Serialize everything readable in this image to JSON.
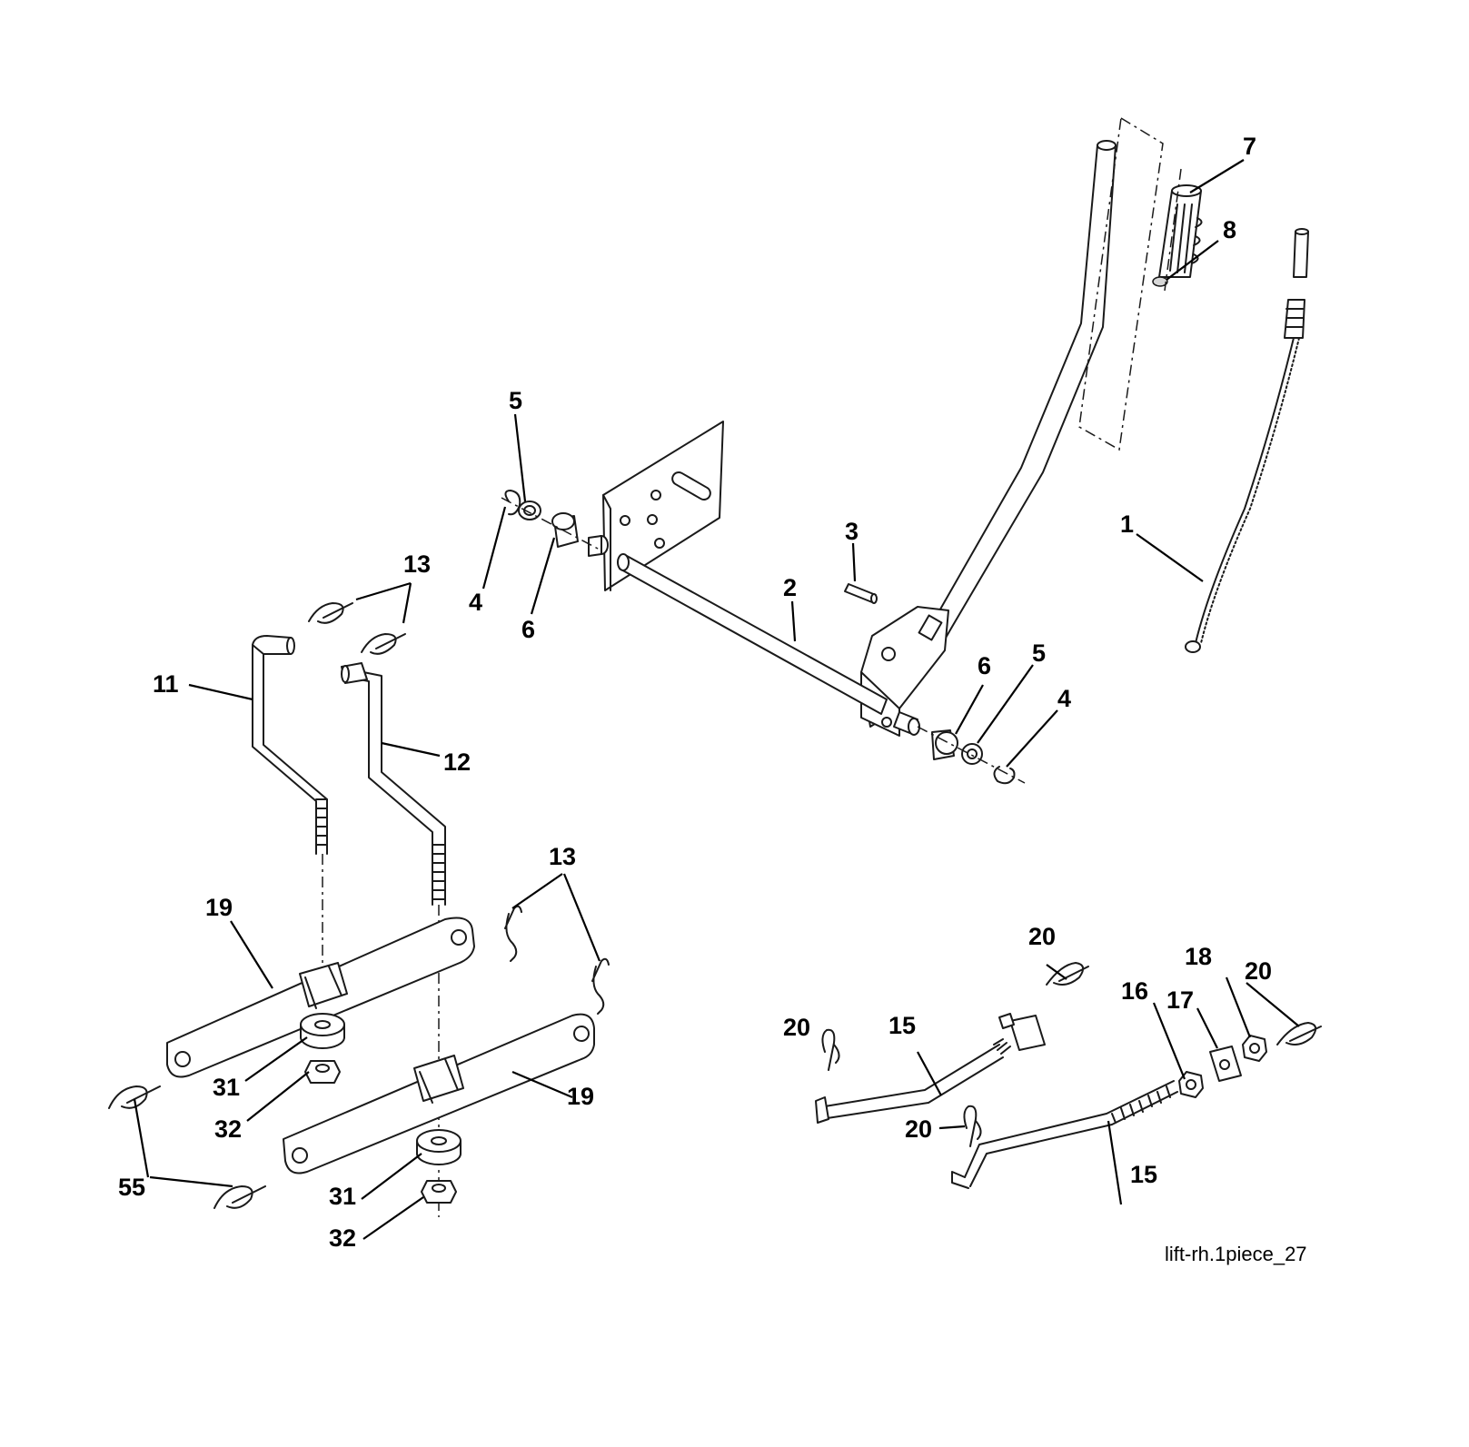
{
  "callouts": {
    "c1": "1",
    "c2": "2",
    "c3": "3",
    "c4a": "4",
    "c4b": "4",
    "c5a": "5",
    "c5b": "5",
    "c6a": "6",
    "c6b": "6",
    "c7": "7",
    "c8": "8",
    "c11": "11",
    "c12": "12",
    "c13a": "13",
    "c13b": "13",
    "c15a": "15",
    "c15b": "15",
    "c16": "16",
    "c17": "17",
    "c18": "18",
    "c19a": "19",
    "c19b": "19",
    "c20a": "20",
    "c20b": "20",
    "c20c": "20",
    "c20d": "20",
    "c31a": "31",
    "c31b": "31",
    "c32a": "32",
    "c32b": "32",
    "c55": "55"
  },
  "drawing_ref": "lift-rh.1piece_27",
  "colors": {
    "line": "#1a1a1a",
    "background": "#ffffff"
  }
}
